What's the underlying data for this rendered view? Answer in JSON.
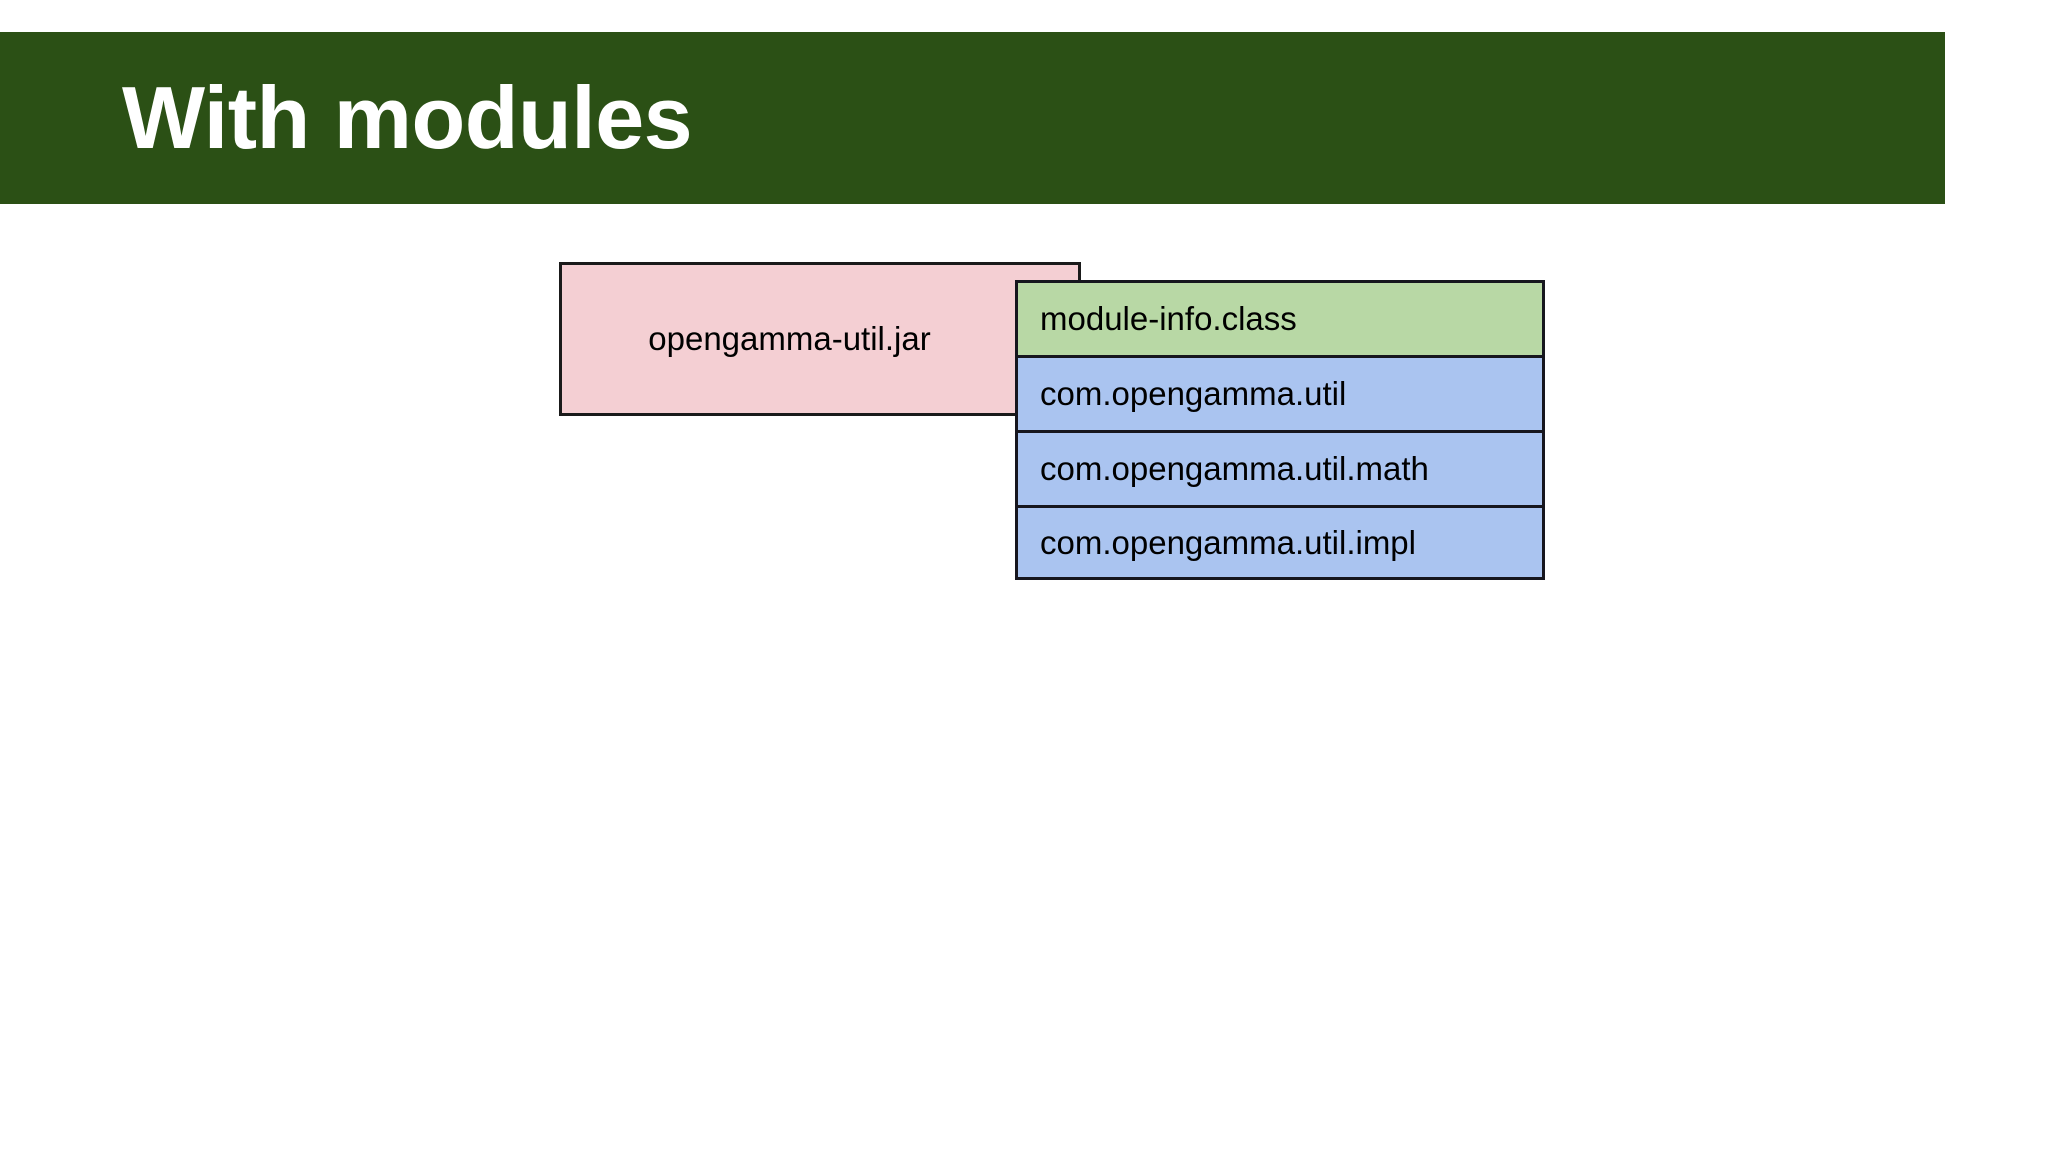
{
  "slide": {
    "title": "With modules",
    "background_color": "#ffffff",
    "banner_color": "#2b5015",
    "title_color": "#ffffff"
  },
  "diagram": {
    "type": "module-jar-structure",
    "jar": {
      "label": "opengamma-util.jar",
      "fill_color": "#f4cfd3",
      "border_color": "#1a1a1a"
    },
    "contents": [
      {
        "label": "module-info.class",
        "kind": "module-descriptor",
        "fill_color": "#b8d8a5"
      },
      {
        "label": "com.opengamma.util",
        "kind": "package",
        "fill_color": "#aac4f0"
      },
      {
        "label": "com.opengamma.util.math",
        "kind": "package",
        "fill_color": "#aac4f0"
      },
      {
        "label": "com.opengamma.util.impl",
        "kind": "package",
        "fill_color": "#aac4f0"
      }
    ]
  }
}
